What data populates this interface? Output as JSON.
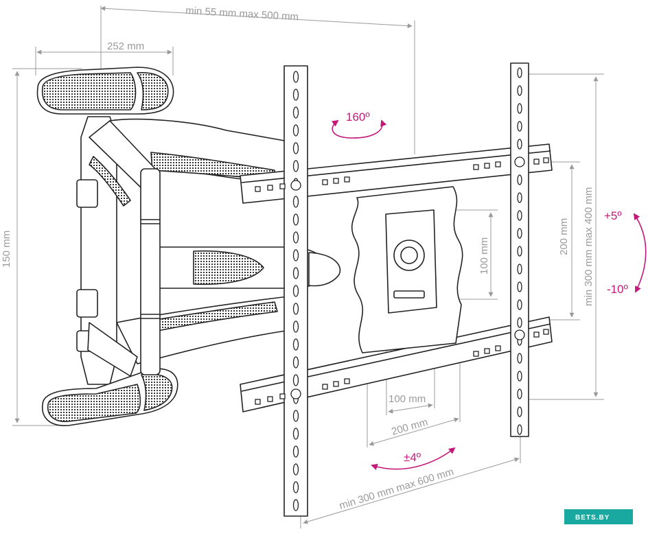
{
  "dimensions": {
    "top_depth": "min 55 mm max 500 mm",
    "arm_width": "252 mm",
    "wall_plate_height": "150 mm",
    "vesa_vertical": "min 300 mm max 400 mm",
    "inner_vertical_200": "200 mm",
    "inner_vertical_100": "100 mm",
    "inner_horizontal_100": "100 mm",
    "inner_horizontal_200": "200 mm",
    "vesa_horizontal": "min 300 mm max 600 mm"
  },
  "angles": {
    "swivel": "160º",
    "tilt_up": "+5º",
    "tilt_down": "-10º",
    "rotation": "±4º"
  },
  "colors": {
    "line": "#222222",
    "dimension": "#9a9a9a",
    "angle": "#c2187a",
    "watermark_bg": "#1aa9a0"
  },
  "watermark": {
    "text": "BETS.BY"
  }
}
